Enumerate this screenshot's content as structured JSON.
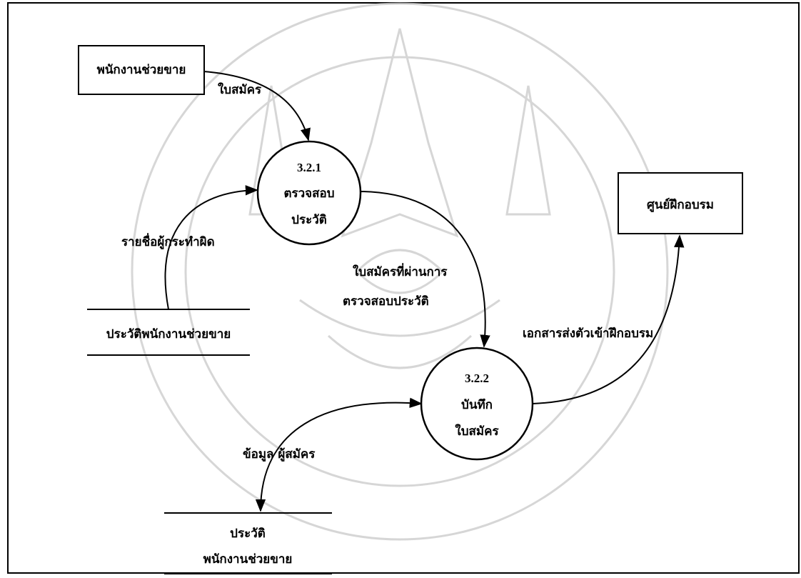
{
  "processes": [
    {
      "id": "p321",
      "number": "3.2.1",
      "lines": [
        "ตรวจสอบ",
        "ประวัติ"
      ]
    },
    {
      "id": "p322",
      "number": "3.2.2",
      "lines": [
        "บันทึก",
        "ใบสมัคร"
      ]
    }
  ],
  "entities": [
    {
      "id": "sales_staff",
      "label": "พนักงานช่วยขาย"
    },
    {
      "id": "training_center",
      "label": "ศูนย์ฝึกอบรม"
    }
  ],
  "datastores": [
    {
      "id": "staff_history_1",
      "lines": [
        "ประวัติพนักงานช่วยขาย"
      ]
    },
    {
      "id": "staff_history_2",
      "lines": [
        "ประวัติ",
        "พนักงานช่วยขาย"
      ]
    }
  ],
  "flows": [
    {
      "id": "f1",
      "label": [
        "ใบสมัคร"
      ]
    },
    {
      "id": "f2",
      "label": [
        "รายชื่อผู้กระทำผิด"
      ]
    },
    {
      "id": "f3",
      "label": [
        "ใบสมัครที่ผ่านการ",
        "ตรวจสอบประวัติ"
      ]
    },
    {
      "id": "f4",
      "label": [
        "เอกสารส่งตัวเข้าฝึกอบรม"
      ]
    },
    {
      "id": "f5",
      "label": [
        "ข้อมูล ผู้สมัคร"
      ]
    }
  ]
}
